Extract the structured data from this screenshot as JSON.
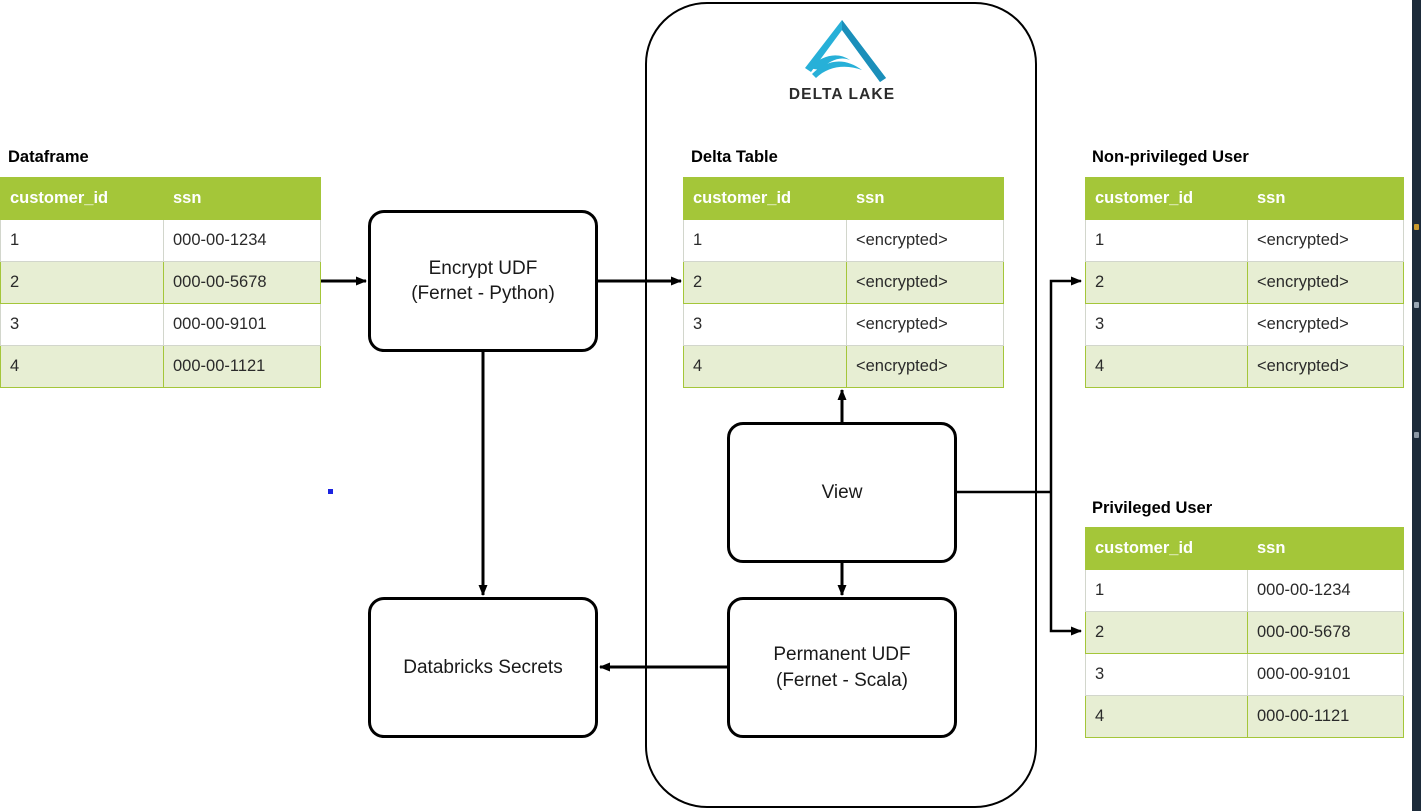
{
  "container": {
    "name": "Delta Lake boundary",
    "logo": {
      "icon": "delta-lake-logo",
      "text": "DELTA LAKE",
      "color": "#27b0d8"
    }
  },
  "colors": {
    "header_green": "#a4c639",
    "row_alt_green": "#e7eed3",
    "row_base": "#ffffff",
    "stroke": "#000000",
    "logo_cyan": "#27b0d8",
    "edge_strip": "#1d2b3a",
    "dot_blue": "#1b23e0"
  },
  "tables": {
    "dataframe": {
      "caption": "Dataframe",
      "columns": [
        "customer_id",
        "ssn"
      ],
      "rows": [
        [
          "1",
          "000-00-1234"
        ],
        [
          "2",
          "000-00-5678"
        ],
        [
          "3",
          "000-00-9101"
        ],
        [
          "4",
          "000-00-1121"
        ]
      ]
    },
    "delta_table": {
      "caption": "Delta Table",
      "columns": [
        "customer_id",
        "ssn"
      ],
      "rows": [
        [
          "1",
          "<encrypted>"
        ],
        [
          "2",
          "<encrypted>"
        ],
        [
          "3",
          "<encrypted>"
        ],
        [
          "4",
          "<encrypted>"
        ]
      ]
    },
    "non_privileged_user": {
      "caption": "Non-privileged User",
      "columns": [
        "customer_id",
        "ssn"
      ],
      "rows": [
        [
          "1",
          "<encrypted>"
        ],
        [
          "2",
          "<encrypted>"
        ],
        [
          "3",
          "<encrypted>"
        ],
        [
          "4",
          "<encrypted>"
        ]
      ]
    },
    "privileged_user": {
      "caption": "Privileged User",
      "columns": [
        "customer_id",
        "ssn"
      ],
      "rows": [
        [
          "1",
          "000-00-1234"
        ],
        [
          "2",
          "000-00-5678"
        ],
        [
          "3",
          "000-00-9101"
        ],
        [
          "4",
          "000-00-1121"
        ]
      ]
    }
  },
  "boxes": {
    "encrypt_udf": {
      "line1": "Encrypt UDF",
      "line2": "(Fernet - Python)"
    },
    "view": {
      "line1": "View",
      "line2": ""
    },
    "databricks_secrets": {
      "line1": "Databricks Secrets",
      "line2": ""
    },
    "permanent_udf": {
      "line1": "Permanent UDF",
      "line2": "(Fernet - Scala)"
    }
  }
}
